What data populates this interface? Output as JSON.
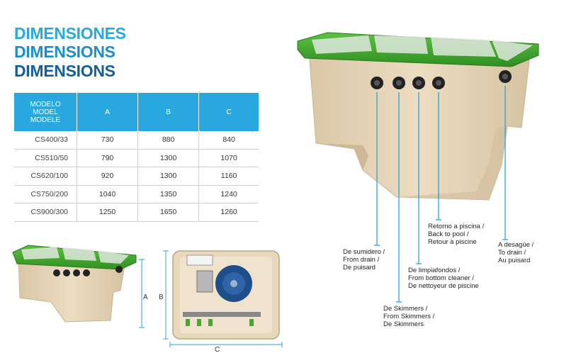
{
  "titles": [
    "DIMENSIONES",
    "DIMENSIONS",
    "DIMENSIONS"
  ],
  "table": {
    "header": {
      "model": [
        "MODELO",
        "MODEL",
        "MODELE"
      ],
      "a": "A",
      "b": "B",
      "c": "C"
    },
    "rows": [
      {
        "model": "CS400/33",
        "a": "730",
        "b": "880",
        "c": "840"
      },
      {
        "model": "CS510/50",
        "a": "790",
        "b": "1300",
        "c": "1070"
      },
      {
        "model": "CS620/100",
        "a": "920",
        "b": "1300",
        "c": "1160"
      },
      {
        "model": "CS750/200",
        "a": "1040",
        "b": "1350",
        "c": "1240"
      },
      {
        "model": "CS900/300",
        "a": "1250",
        "b": "1650",
        "c": "1260"
      }
    ]
  },
  "dimension_letters": {
    "a": "A",
    "b": "B",
    "c": "C"
  },
  "callouts": {
    "sumidero": [
      "De sumidero /",
      "From drain /",
      "De puisard"
    ],
    "skimmers": [
      "De Skimmers  /",
      "From Skimmers /",
      "De Skimmers"
    ],
    "limpiafondos": [
      "De limpiafondos /",
      "From bottom cleaner /",
      "De nettoyeur de piscine"
    ],
    "retorno": [
      "Retorno a piscina /",
      "Back to pool /",
      "Retour à piscine"
    ],
    "desague": [
      "A desagüe /",
      "To drain /",
      "Au puisard"
    ]
  },
  "colors": {
    "title_light": "#29a8e0",
    "title_mid": "#1b8fce",
    "title_dark": "#155e99",
    "table_header": "#29a8e0",
    "lid_green": "#3da62b",
    "box_beige": "#e6d6bb",
    "leader_blue": "#2aa3dc"
  }
}
